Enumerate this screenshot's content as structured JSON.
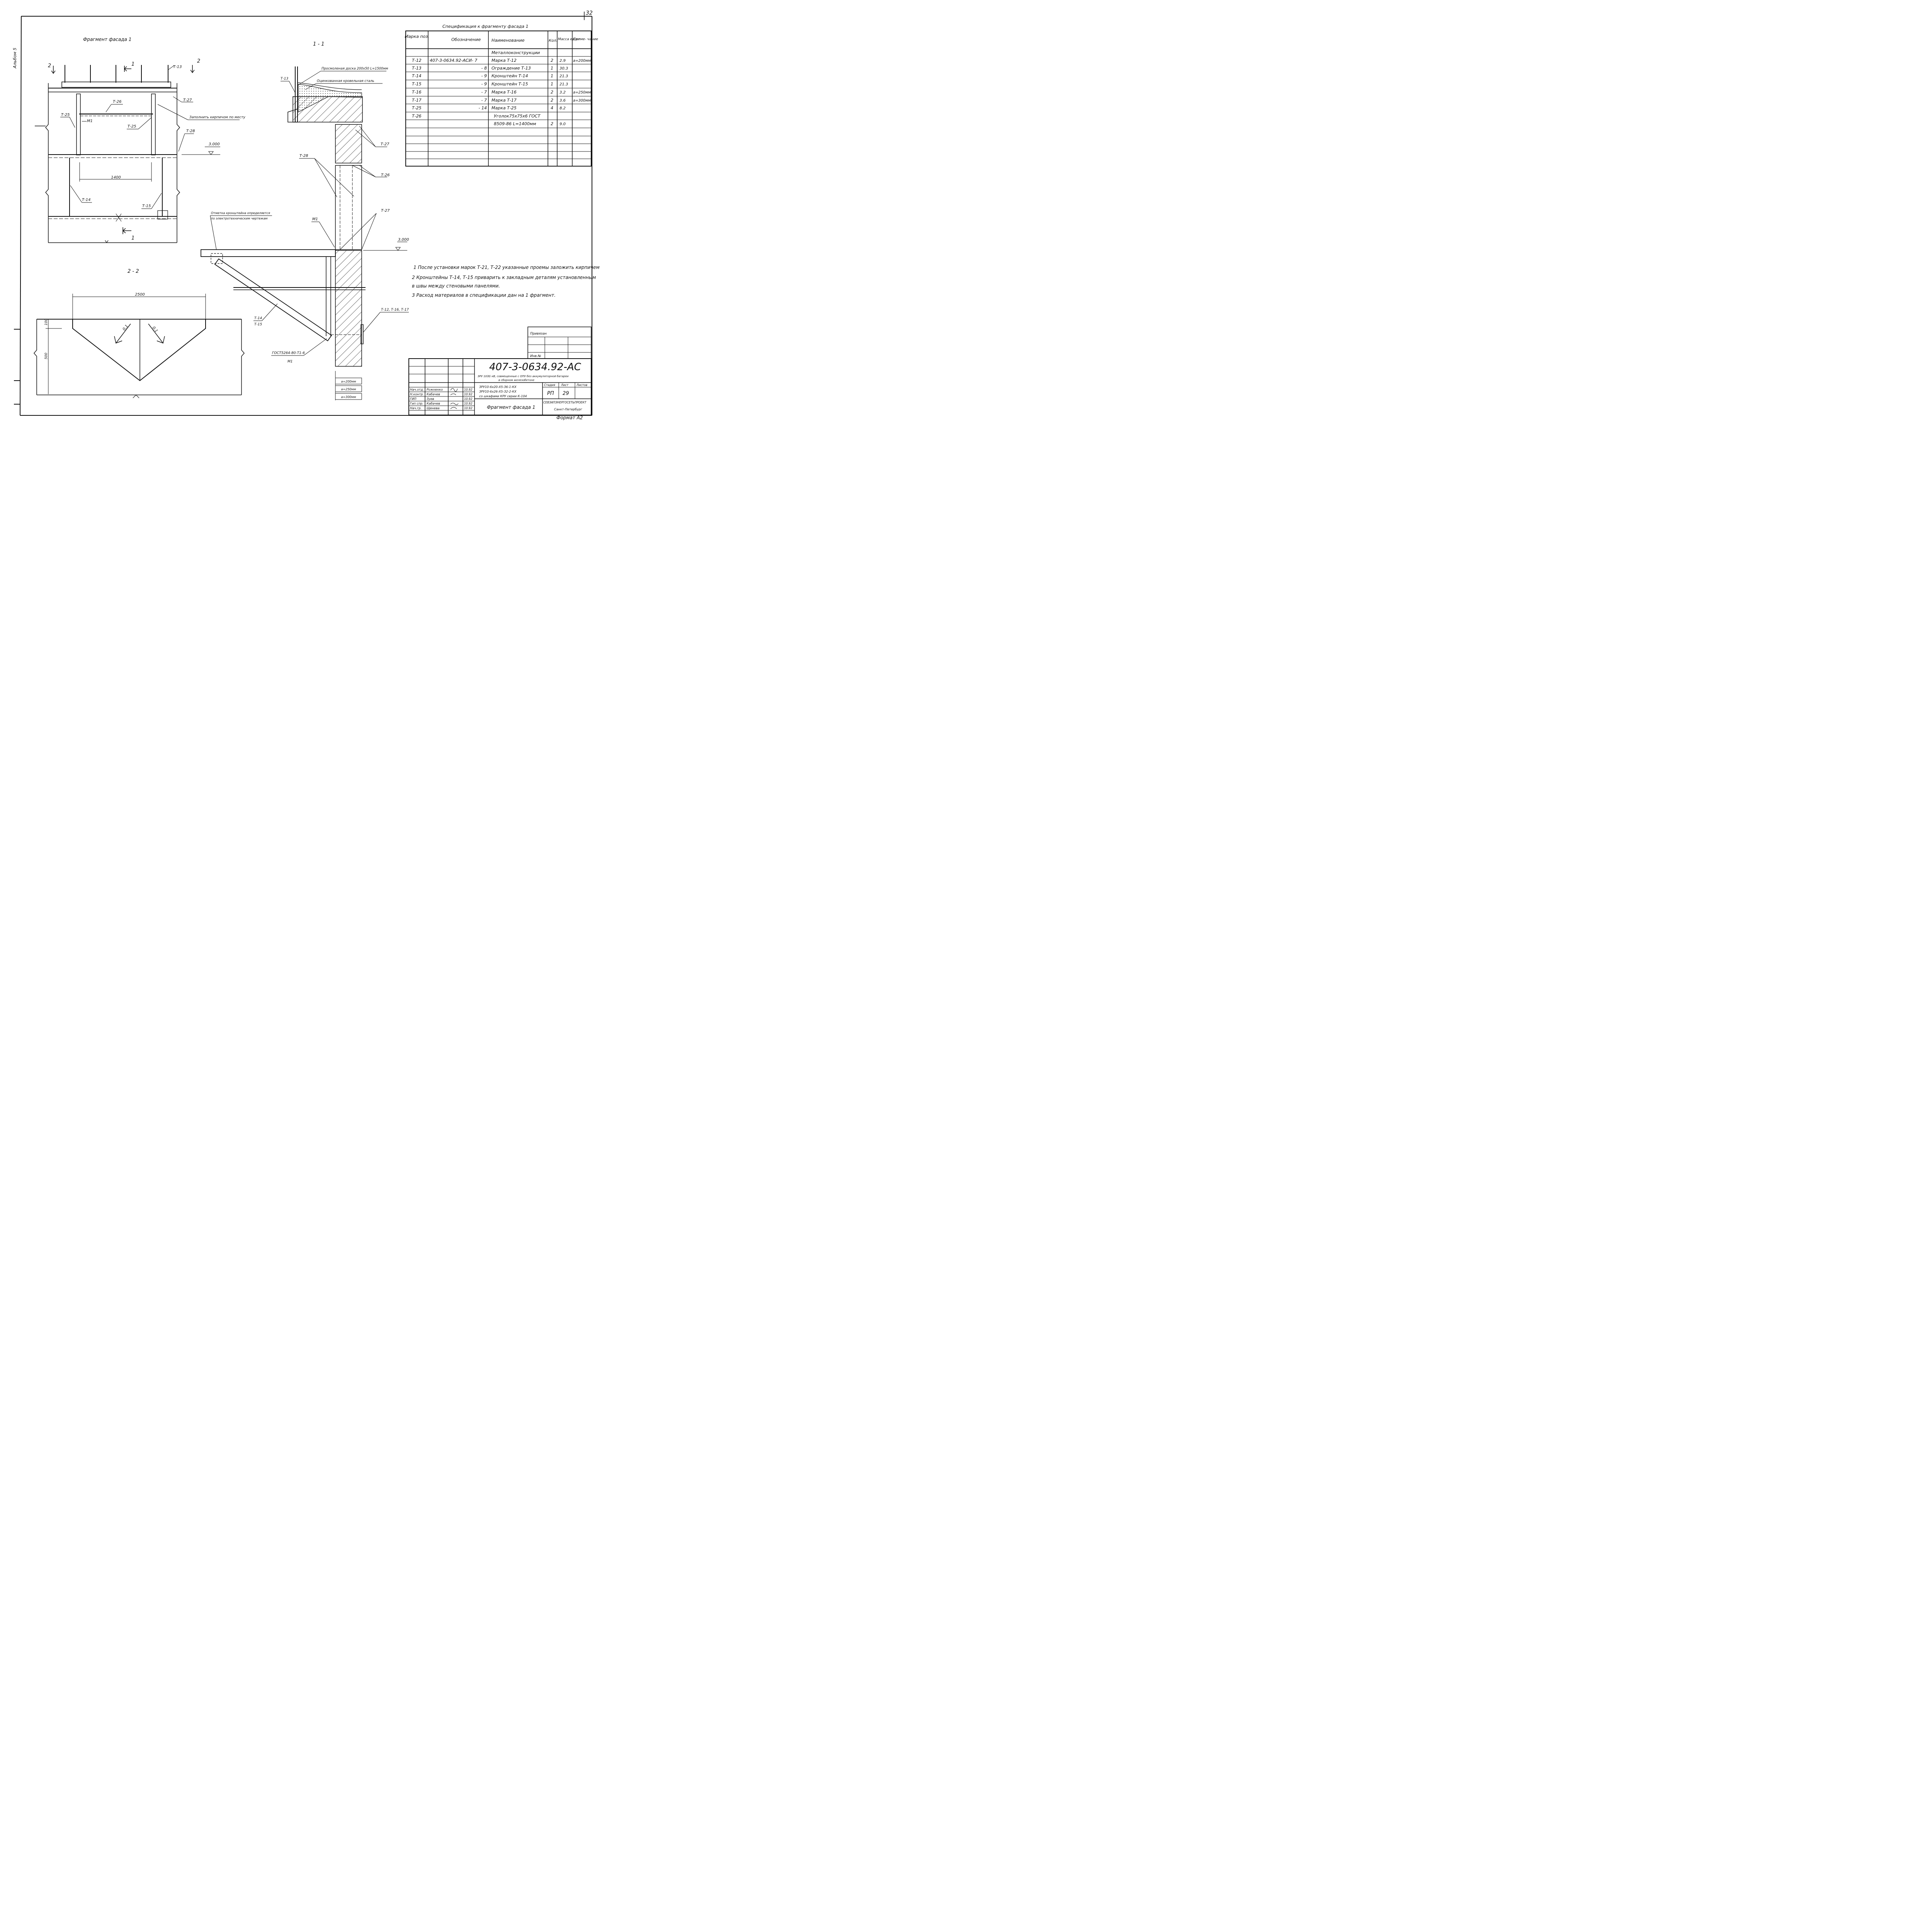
{
  "page": {
    "sheet_no": "32",
    "album": "Альбом 5",
    "format": "Формат А2"
  },
  "views": {
    "facade": {
      "title": "Фрагмент фасада 1",
      "cut_a": "2",
      "cut_b": "2",
      "cut_c": "1",
      "cut_bottom": "1",
      "dim_1400": "1400",
      "elev": "3.000",
      "note_fill": "Заполнить кирпичом по месту",
      "labels": {
        "t13": "Т-13",
        "t26": "Т-26",
        "t27": "Т-27",
        "t25a": "Т-25",
        "t25b": "Т-25",
        "n1": "М1",
        "t28": "Т-28",
        "t14": "Т-14",
        "t15": "Т-15"
      }
    },
    "section11": {
      "title": "1 - 1",
      "board_note": "Просмоленая доска 200х50  L=1500мм",
      "steel_note": "Оцинкованная кровельная сталь",
      "bracket_note_1": "Отметка кронштейна определяется",
      "bracket_note_2": "по электротехническим чертежам",
      "elev": "3.000",
      "gost": "ГОСТ5264-80-Т1-6",
      "labels": {
        "t13": "Т-13",
        "t27a": "Т-27",
        "t28": "Т-28",
        "t26": "Т-26",
        "t27b": "Т-27",
        "n1": "М1",
        "n1b": "М1",
        "t14": "Т-14",
        "t15": "Т-15",
        "t12_16_17": "Т-12, Т-16, Т-17"
      },
      "a_values": [
        "a=200мм",
        "a=250мм",
        "a=300мм"
      ]
    },
    "section22": {
      "title": "2 - 2",
      "dim_2500": "2500",
      "dim_100": "100",
      "dim_500": "500",
      "slope_l": "0,1",
      "slope_r": "0,1"
    }
  },
  "spec": {
    "title": "Спецификация к фрагменту фасада 1",
    "headers": [
      "Марка поз.",
      "Обозначение",
      "Наименование",
      "Кол.",
      "Масса ед.кг",
      "Приме- чание"
    ],
    "rows": [
      [
        "",
        "",
        "Металлоконструкции",
        "",
        "",
        ""
      ],
      [
        "Т-12",
        "407-3-0634.92-АСИ- 7",
        "Марка Т-12",
        "2",
        "2.9",
        "a=200мм"
      ],
      [
        "Т-13",
        "- 8",
        "Ограждение Т-13",
        "1",
        "30.3",
        ""
      ],
      [
        "Т-14",
        "- 9",
        "Кронштейн Т-14",
        "1",
        "21.3",
        ""
      ],
      [
        "Т-15",
        "- 9",
        "Кронштейн Т-15",
        "1",
        "21.3",
        ""
      ],
      [
        "Т-16",
        "- 7",
        "Марка Т-16",
        "2",
        "3.2",
        "a=250мм"
      ],
      [
        "Т-17",
        "- 7",
        "Марка Т-17",
        "2",
        "3.6",
        "a=300мм"
      ],
      [
        "Т-25",
        "- 14",
        "Марка Т-25",
        "4",
        "8.2",
        ""
      ],
      [
        "Т-26",
        "",
        "Уголок75х75х6 ГОСТ",
        "",
        "",
        ""
      ],
      [
        "",
        "",
        "8509-86   L=1400мм",
        "2",
        "9.0",
        ""
      ]
    ]
  },
  "notes": [
    "1  После установки марок  Т-21, Т-22  указанные проемы заложить кирпичем",
    "2  Кронштейны Т-14, Т-15 приварить к закладным деталям установленным",
    "    в швы между стеновыми панелями.",
    "3 Расход материалов в спецификации дан на 1 фрагмент."
  ],
  "stamp": {
    "privyazan": "Привязан",
    "inv": "Инв.№",
    "code": "407-3-0634.92-АС",
    "desc_1": "ЗРУ 10(6) кВ, совмещенные с ОПУ без аккумуляторной батареи",
    "desc_2": "в сборном железобетоне",
    "proj_1": "ЗРУ10-6х20-Х5-З6-1-КХ",
    "proj_2": "ЗРУ10-6х26-Х5-З2-2-КХ",
    "proj_3": "со шкафами  КРУ  серии  К-104",
    "sheet_title": "Фрагмент фасада 1",
    "stage_h": "Стадия",
    "sheet_h": "Лист",
    "sheets_h": "Листов",
    "stage": "РП",
    "sheet": "29",
    "org_1": "СЕВЗАПЭНЕРГОСЕТЬПРОЕКТ",
    "org_2": "Санкт-Петербург",
    "people": [
      [
        "Нач.отд.",
        "Рожненко",
        "10.92"
      ],
      [
        "Н.контр.",
        "Кабачев",
        "10.92"
      ],
      [
        "ГИП",
        "Зуев",
        "10.92"
      ],
      [
        "Гип спр.",
        "Кабачев",
        "10.92"
      ],
      [
        "Нач.гр.",
        "Щенева",
        "10.92"
      ]
    ]
  }
}
